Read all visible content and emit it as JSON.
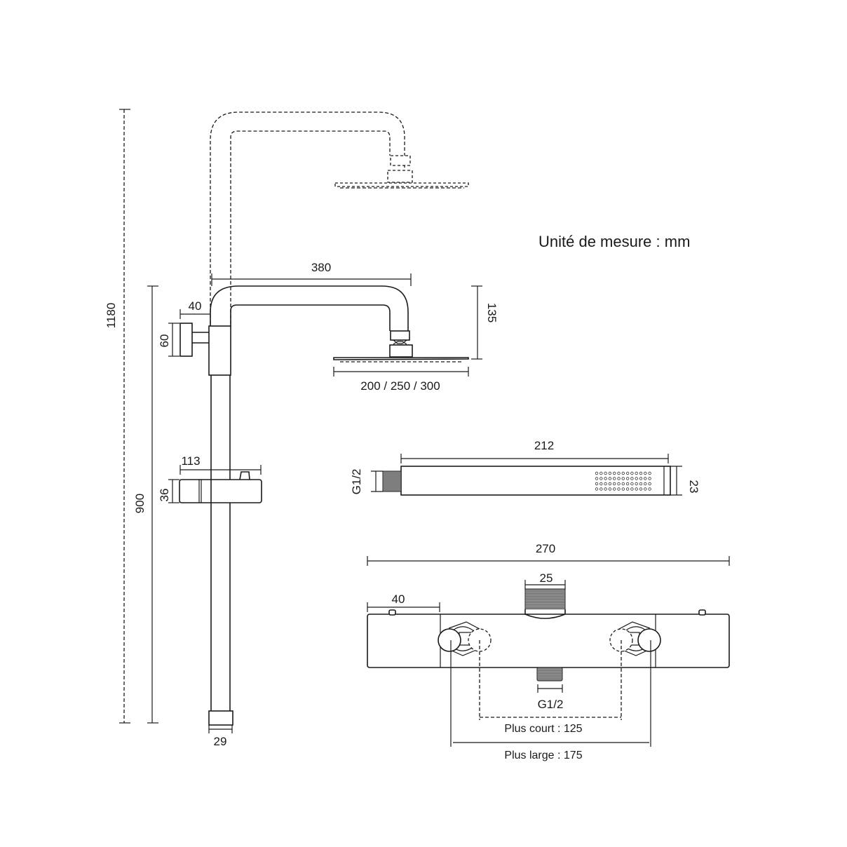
{
  "title": "Unité de mesure : mm",
  "colors": {
    "line": "#1a1a1a",
    "background": "#ffffff",
    "thread": "#555555"
  },
  "column": {
    "total_height": "1180",
    "rail_height": "900",
    "arm_length": "380",
    "wall_offset": "40",
    "wall_bracket_height": "60",
    "showerhead_drop": "135",
    "showerhead_diameters": "200 / 250 / 300",
    "slider_width": "113",
    "slider_height": "36",
    "pipe_diameter": "29"
  },
  "hand_shower": {
    "length": "212",
    "thickness": "23",
    "connection": "G1/2"
  },
  "thermostat": {
    "total_width": "270",
    "end_cap_width": "40",
    "top_outlet_width": "25",
    "bottom_outlet": "G1/2",
    "shortest_center_distance": "Plus court : 125",
    "widest_center_distance": "Plus large : 175"
  }
}
